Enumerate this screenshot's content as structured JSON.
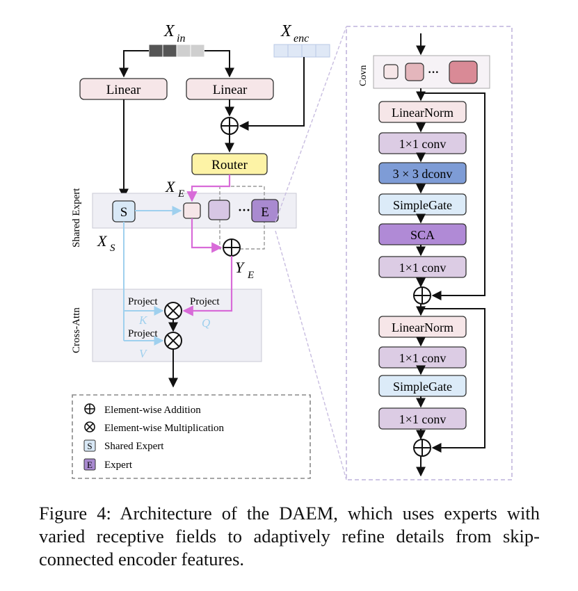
{
  "inputs": {
    "x_in": "X",
    "x_in_sub": "in",
    "x_enc": "X",
    "x_enc_sub": "enc"
  },
  "left": {
    "linear_left": "Linear",
    "linear_right": "Linear",
    "router": "Router",
    "x_e": "X",
    "x_e_sub": "E",
    "shared_expert_section": "Shared Expert",
    "shared_badge": "S",
    "expert_badge": "E",
    "ellipsis": "···",
    "x_s": "X",
    "x_s_sub": "S",
    "y_e": "Y",
    "y_e_sub": "E",
    "cross_attn_section": "Cross-Attn",
    "project_k": "Project",
    "project_q": "Project",
    "project_v": "Project",
    "k": "K",
    "q": "Q",
    "v": "V"
  },
  "legend": [
    {
      "symbol": "add",
      "label": "Element-wise Addition"
    },
    {
      "symbol": "mul",
      "label": "Element-wise Multiplication"
    },
    {
      "symbol": "S",
      "label": "Shared Expert"
    },
    {
      "symbol": "E",
      "label": "Expert"
    }
  ],
  "right": {
    "covn_label": "Covn",
    "ellipsis": "···",
    "blocks": [
      "LinearNorm",
      "1×1 conv",
      "3 × 3 dconv",
      "SimpleGate",
      "SCA",
      "1×1 conv",
      "LinearNorm",
      "1×1 conv",
      "SimpleGate",
      "1×1 conv"
    ]
  },
  "caption": "Figure 4: Architecture of the DAEM, which uses experts with varied receptive fields to adaptively refine details from skip-connected encoder features.",
  "colors": {
    "linear": "#f6e6e8",
    "router": "#fdf3a6",
    "shared_panel": "#efeff5",
    "shared_badge": "#d8e8f6",
    "expert": "#a98ad0",
    "magenta_arrow": "#d86bd8",
    "light_blue_arrow": "#9fd0ee",
    "norm": "#f6e6e8",
    "conv": "#dccce4",
    "dconv": "#7e9cd6",
    "gate": "#dcebf8",
    "sca": "#b08ad6"
  }
}
